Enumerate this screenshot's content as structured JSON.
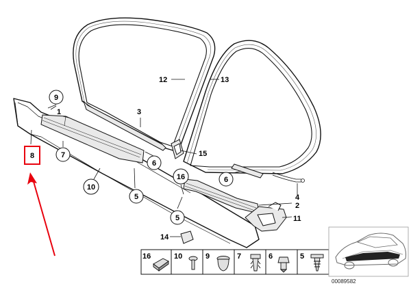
{
  "labels": {
    "l1": "1",
    "l2": "2",
    "l3": "3",
    "l4": "4",
    "l11": "11",
    "l12": "12",
    "l13": "13",
    "l14": "14",
    "l15": "15"
  },
  "callouts": {
    "c9": "9",
    "c7": "7",
    "c10": "10",
    "c6a": "6",
    "c5a": "5",
    "c16": "16",
    "c6b": "6",
    "c5b": "5"
  },
  "highlight": {
    "label": "8",
    "color": "#e8000d"
  },
  "arrow_color": "#e8000d",
  "legend": [
    {
      "label": "16",
      "icon": "clip-block-icon"
    },
    {
      "label": "10",
      "icon": "rivet-icon"
    },
    {
      "label": "9",
      "icon": "grommet-icon"
    },
    {
      "label": "7",
      "icon": "push-clip-icon"
    },
    {
      "label": "6",
      "icon": "expansion-nut-icon"
    },
    {
      "label": "5",
      "icon": "fir-tree-clip-icon"
    }
  ],
  "drawing_code": "00089582",
  "line_color": "#111111",
  "fill_color": "#e9e9e9"
}
